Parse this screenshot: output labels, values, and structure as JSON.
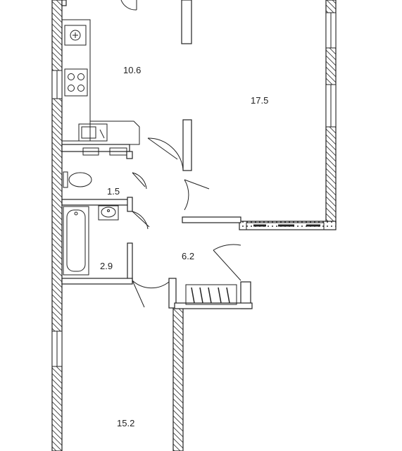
{
  "floor_plan": {
    "rooms": [
      {
        "id": "kitchen",
        "area_label": "10.6"
      },
      {
        "id": "living-room",
        "area_label": "17.5"
      },
      {
        "id": "toilet",
        "area_label": "1.5"
      },
      {
        "id": "bathroom",
        "area_label": "2.9"
      },
      {
        "id": "hallway",
        "area_label": "6.2"
      },
      {
        "id": "bedroom",
        "area_label": "15.2"
      }
    ],
    "fixtures": [
      "stove-icon",
      "sink-icon",
      "toilet-icon",
      "bathtub-icon",
      "washbasin-icon"
    ],
    "colors": {
      "line": "#222222",
      "wall_fill": "#ffffff",
      "background": "#ffffff"
    }
  }
}
